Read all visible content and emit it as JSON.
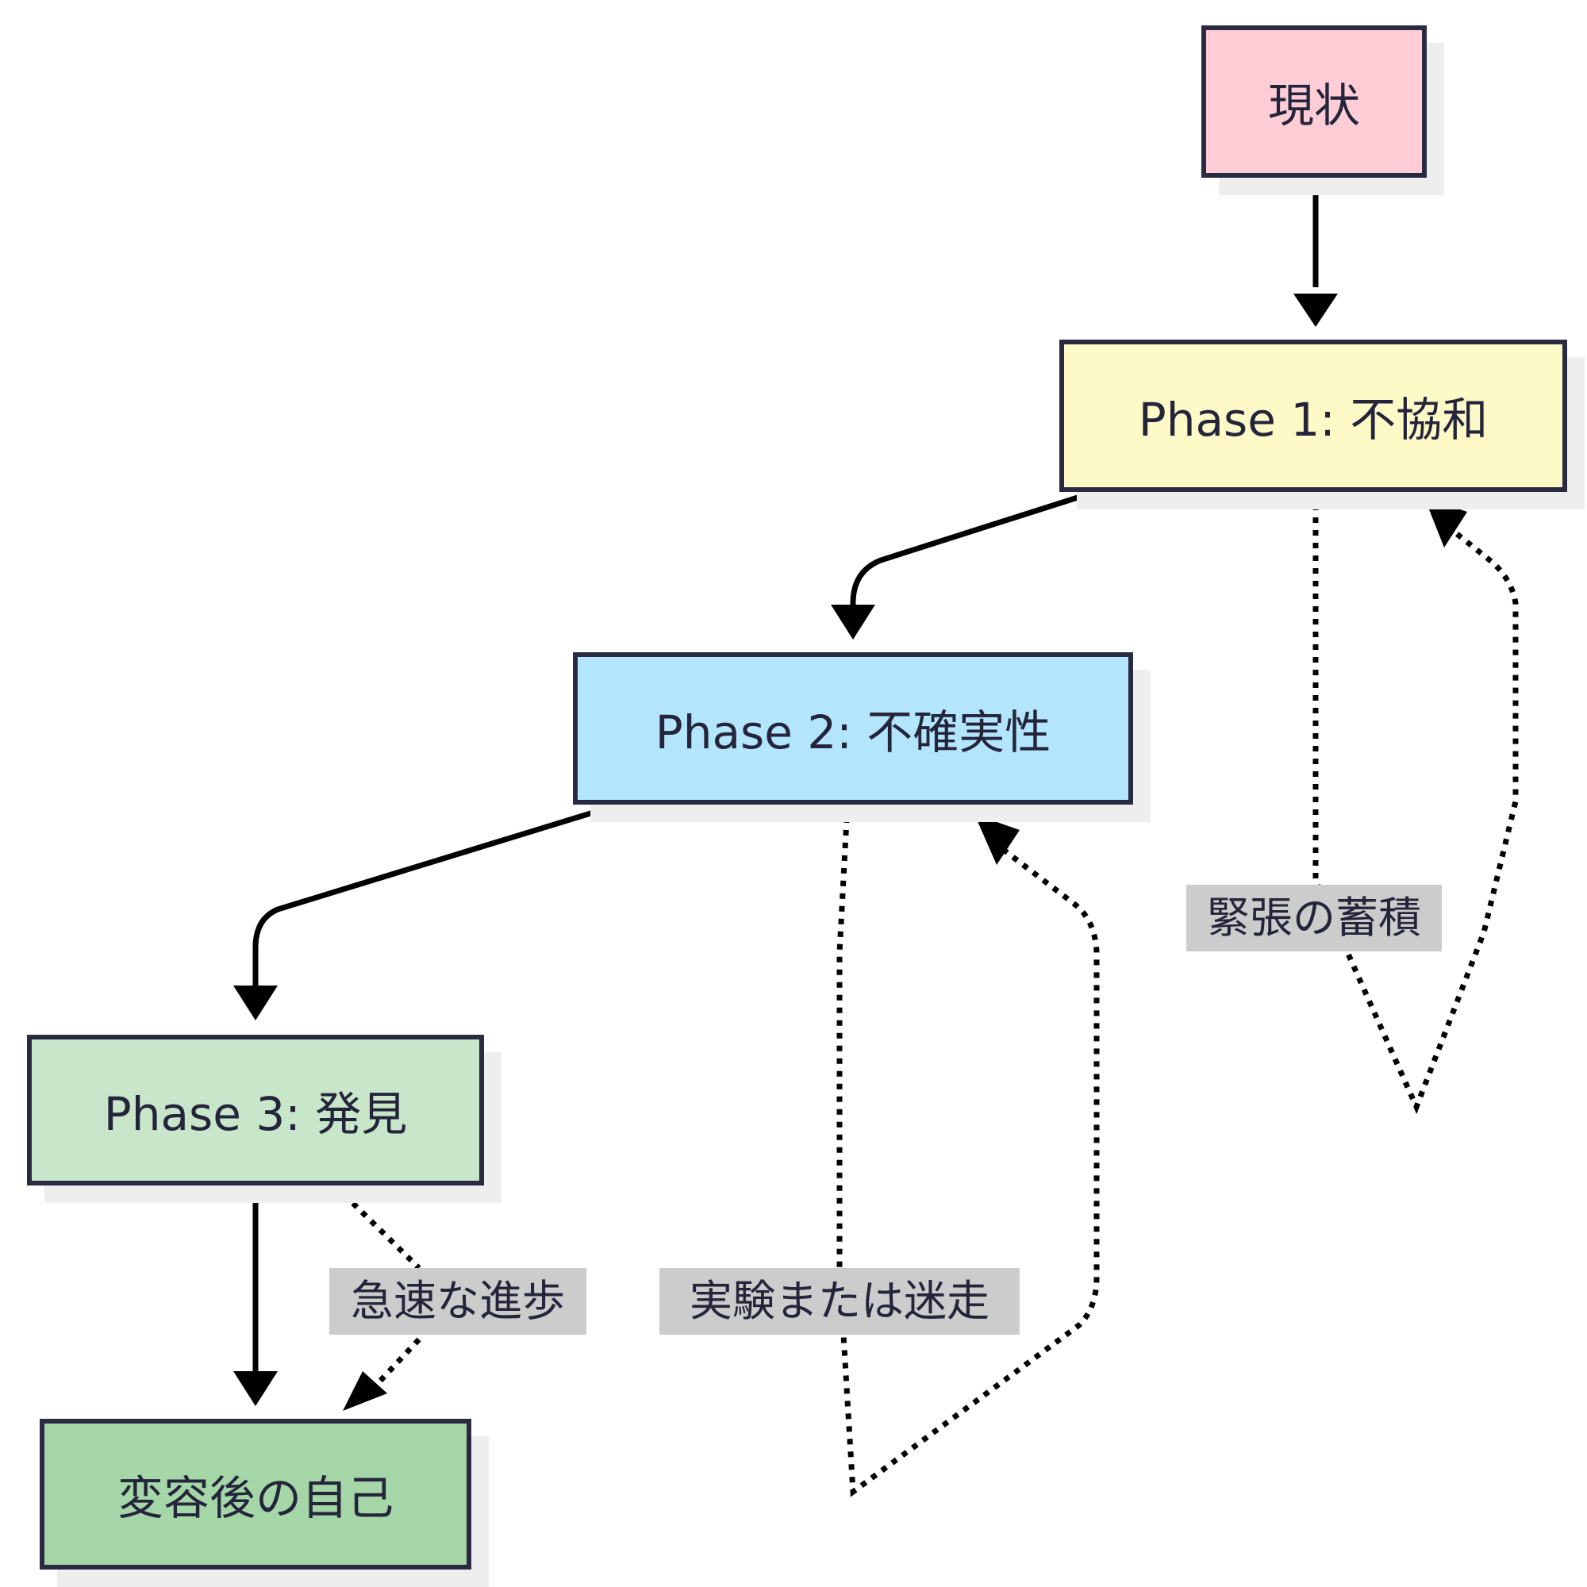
{
  "nodes": {
    "current": {
      "label": "現状",
      "fill": "#ffcdd6"
    },
    "phase1": {
      "label": "Phase 1: 不協和",
      "fill": "#fefac8"
    },
    "phase2": {
      "label": "Phase 2: 不確実性",
      "fill": "#b3e5fc"
    },
    "phase3": {
      "label": "Phase 3: 発見",
      "fill": "#c8e6c9"
    },
    "transformed": {
      "label": "変容後の自己",
      "fill": "#a5d6a7"
    }
  },
  "edges": {
    "tension": {
      "label": "緊張の蓄積"
    },
    "experiment": {
      "label": "実験または迷走"
    },
    "rapid": {
      "label": "急速な進歩"
    }
  },
  "colors": {
    "line": "#000000",
    "border": "#2a2a42",
    "label_bg": "#cccccc"
  }
}
